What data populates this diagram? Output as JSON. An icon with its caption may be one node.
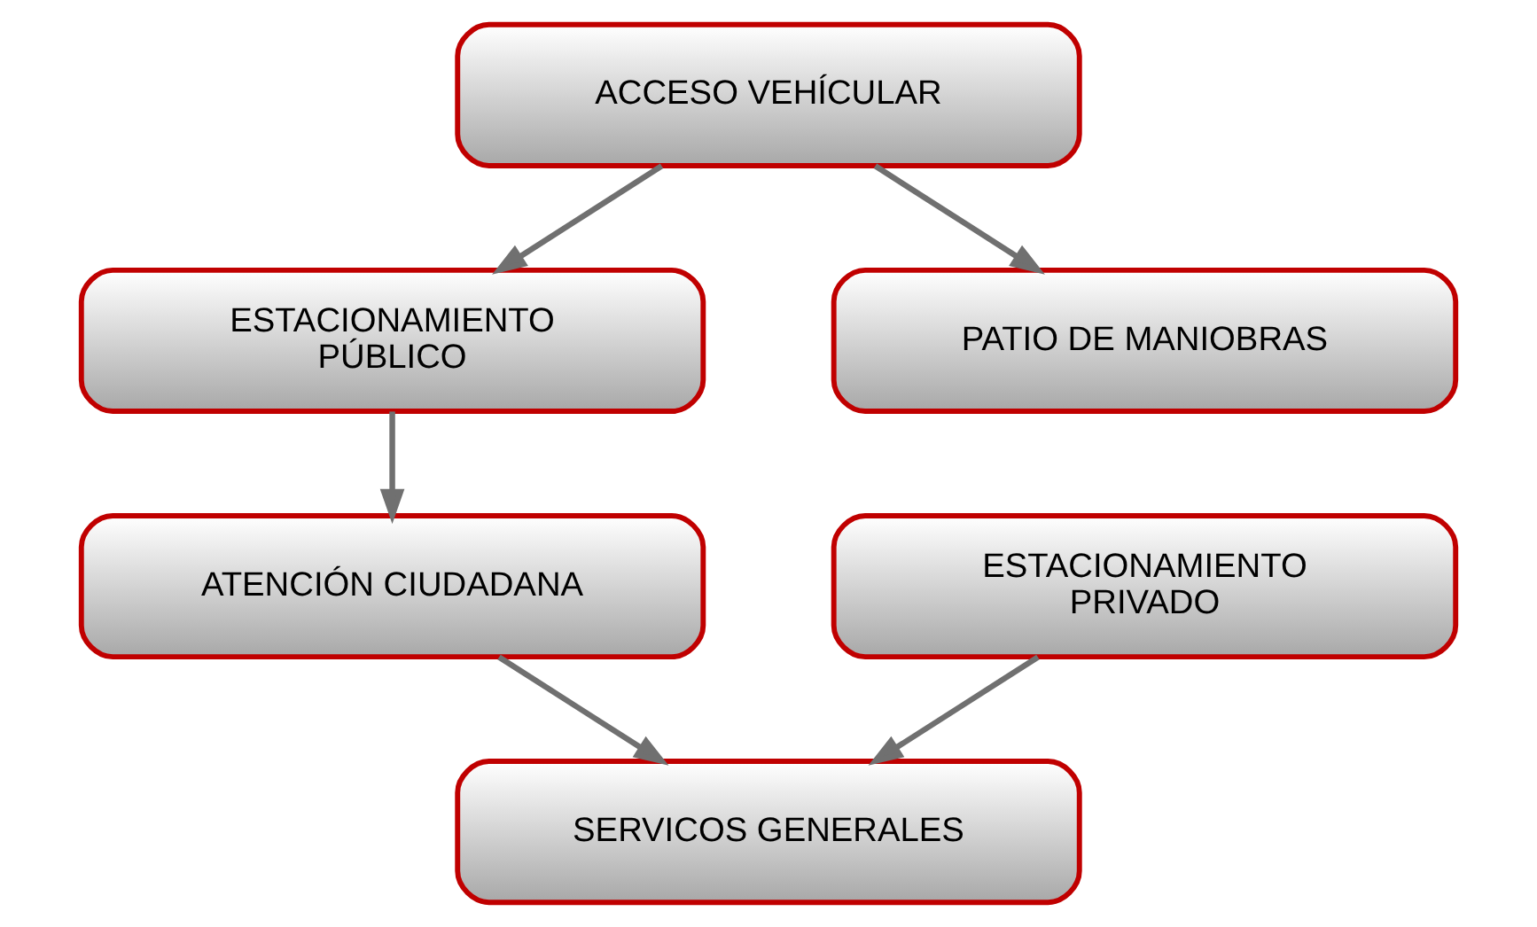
{
  "diagram": {
    "nodes": [
      {
        "text": [
          "ACCESO VEHÍCULAR"
        ]
      },
      {
        "text": [
          "ESTACIONAMIENTO PÚBLICO"
        ]
      },
      {
        "text": [
          "PATIO DE MANIOBRAS"
        ]
      },
      {
        "text": [
          "ATENCIÓN CIUDADANA"
        ]
      },
      {
        "text": [
          "ESTACIONAMIENTO PRIVADO"
        ]
      },
      {
        "text": [
          "SERVICOS GENERALES"
        ]
      }
    ],
    "edges": [
      {
        "from": 0,
        "to": 1,
        "arrow": "to"
      },
      {
        "from": 0,
        "to": 2,
        "arrow": "to"
      },
      {
        "from": 1,
        "to": 3,
        "arrow": "to"
      },
      {
        "from": 3,
        "to": 5,
        "arrow": "to"
      },
      {
        "from": 4,
        "to": 5,
        "arrow": "to"
      }
    ]
  }
}
